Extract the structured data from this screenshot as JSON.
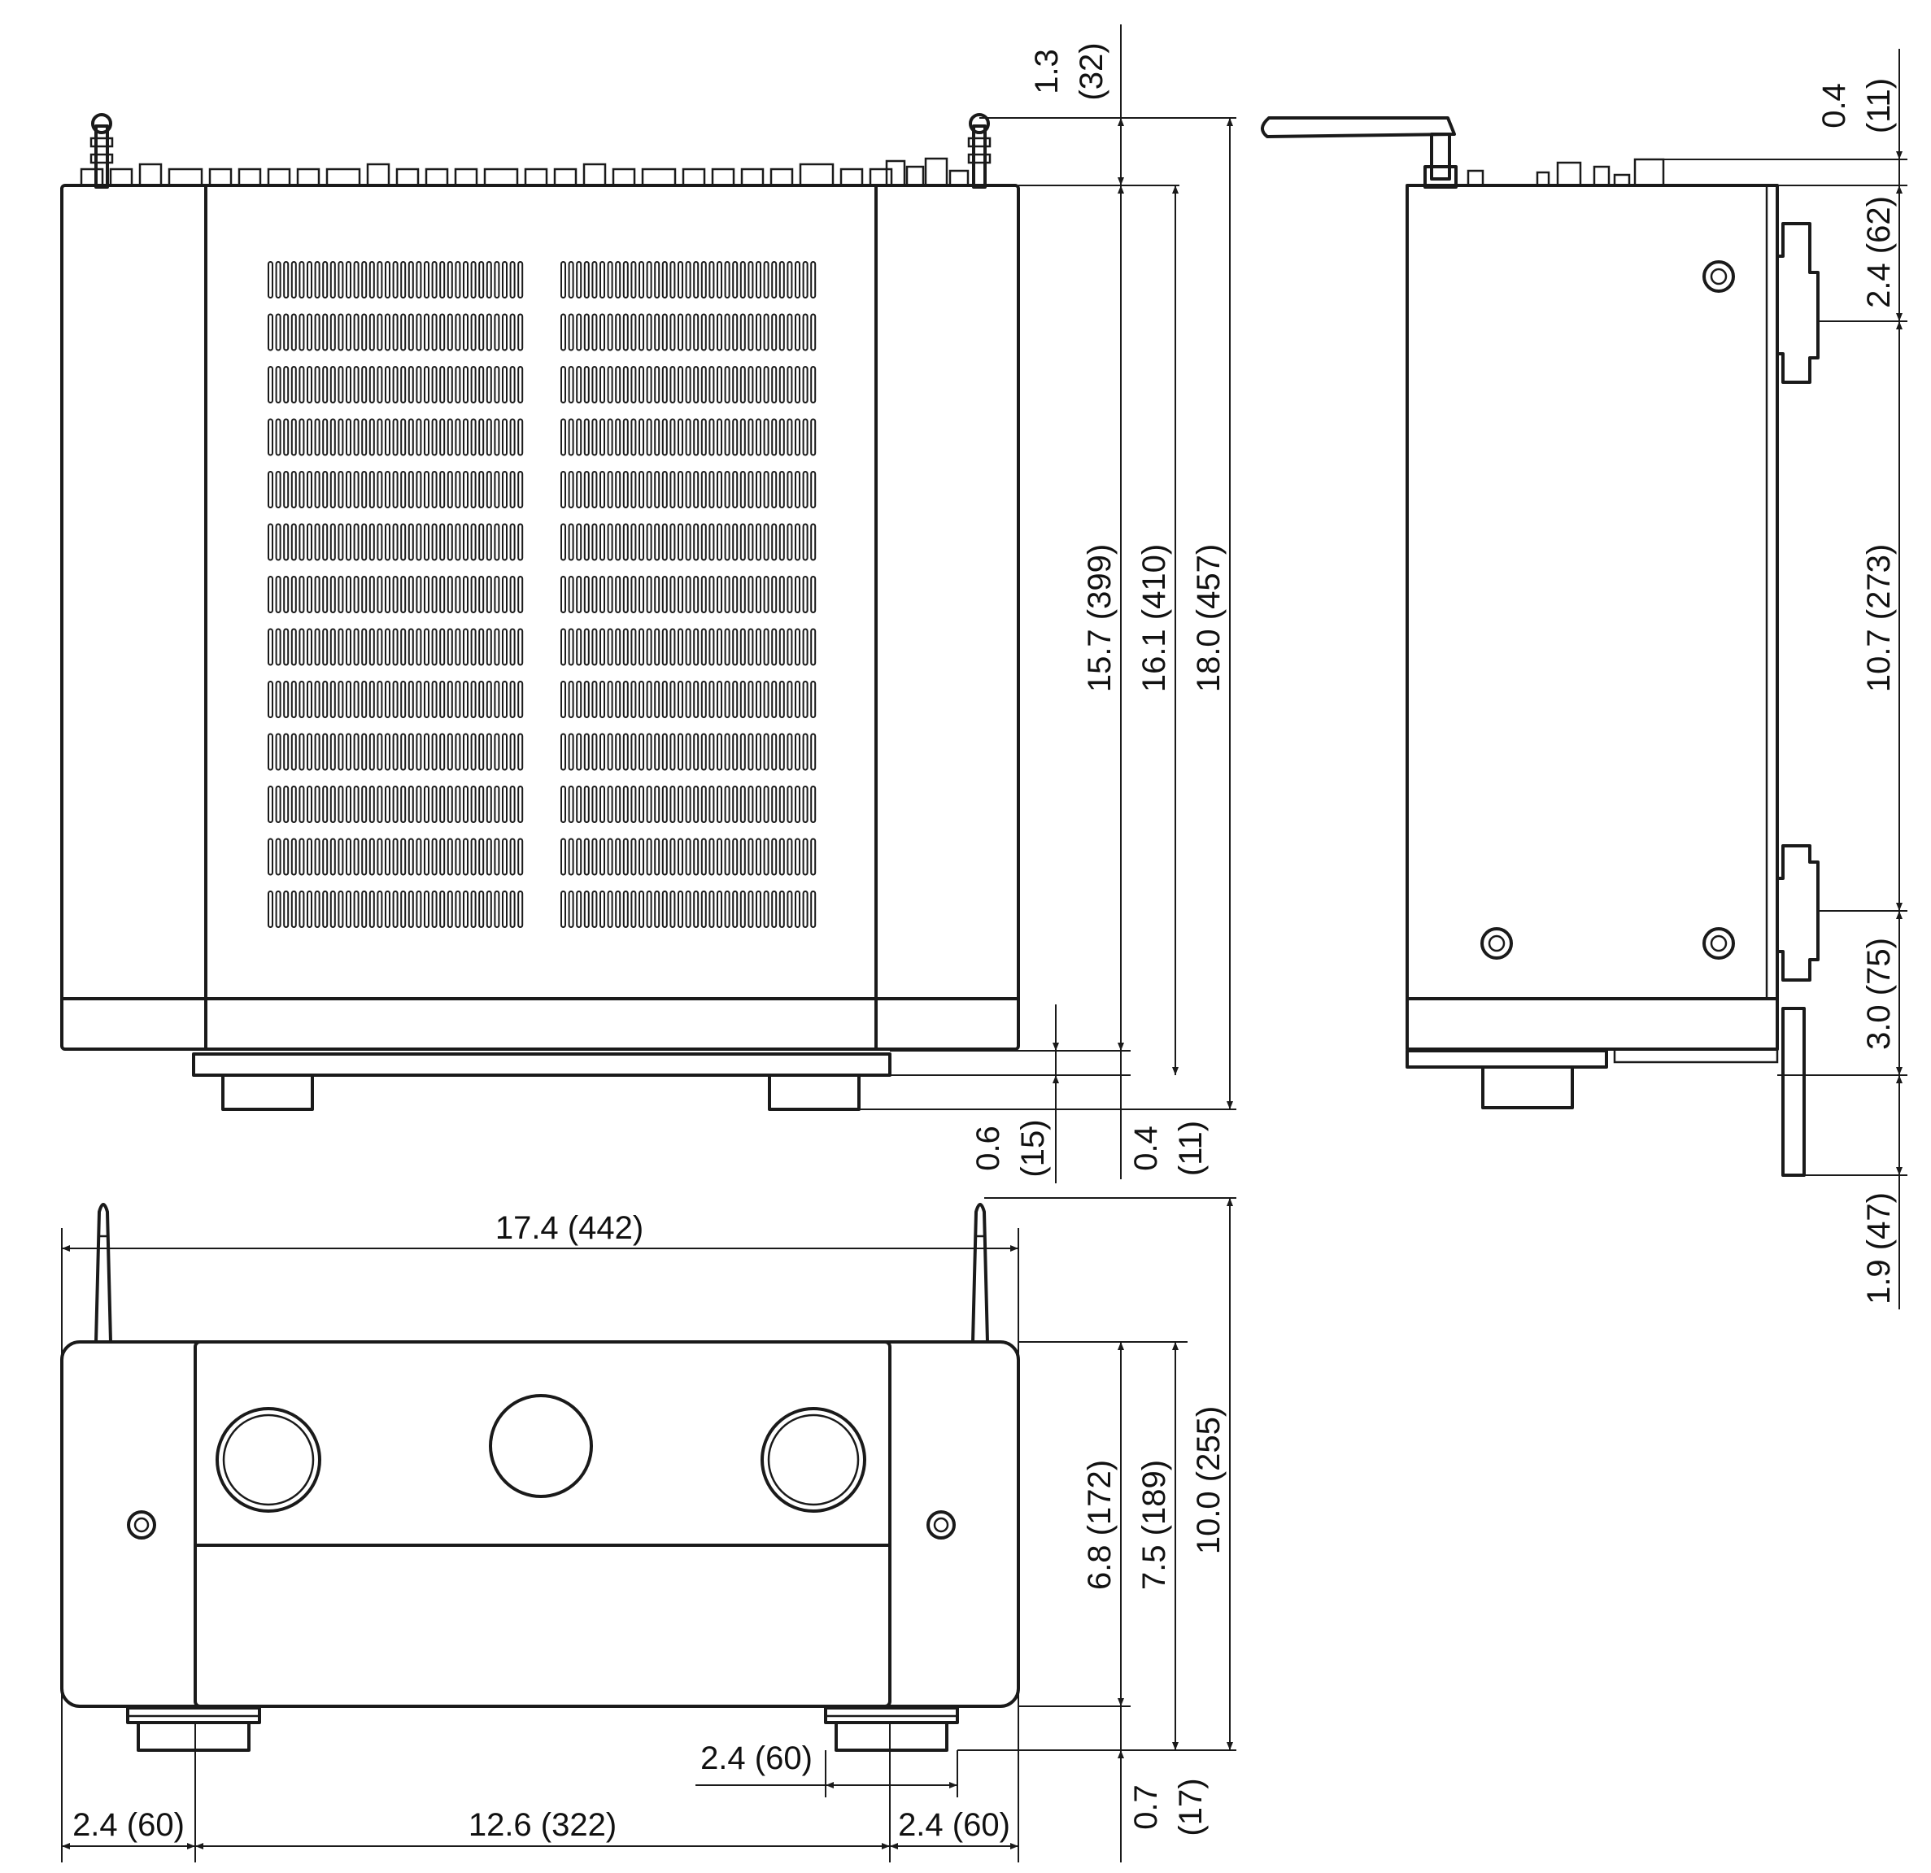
{
  "top_view": {
    "dims": {
      "antenna_height": [
        "1.3",
        "(32)"
      ],
      "depth_399": "15.7 (399)",
      "depth_410": "16.1 (410)",
      "depth_457": "18.0 (457)",
      "front_panel": [
        "0.6",
        "(15)"
      ],
      "rear_terminals": [
        "0.4",
        "(11)"
      ]
    }
  },
  "side_view": {
    "dims": {
      "antenna_top": [
        "0.4",
        "(11)"
      ],
      "foot_front": "2.4 (62)",
      "foot_span": "10.7 (273)",
      "foot_rear": "3.0 (75)",
      "antenna_drop": "1.9 (47)"
    }
  },
  "front_view": {
    "dims": {
      "width": "17.4 (442)",
      "height_172": "6.8 (172)",
      "height_189": "7.5 (189)",
      "height_255": "10.0 (255)",
      "foot_height": [
        "0.7",
        "(17)"
      ],
      "foot_width": "2.4 (60)",
      "left_offset": "2.4 (60)",
      "foot_spacing": "12.6 (322)",
      "right_offset": "2.4 (60)"
    }
  }
}
